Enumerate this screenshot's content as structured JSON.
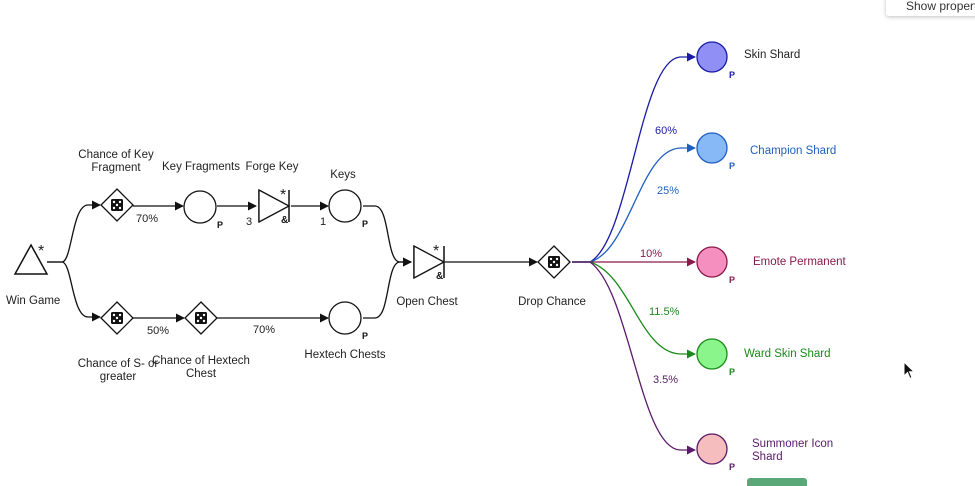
{
  "toolbar": {
    "show_properties_label": "Show properties"
  },
  "nodes": {
    "win_game": "Win Game",
    "chance_key_fragment": "Chance of Key Fragment",
    "key_fragments": "Key Fragments",
    "forge_key": "Forge Key",
    "keys": "Keys",
    "chance_s_or_greater": "Chance of S- or greater",
    "chance_hextech_chest": "Chance of Hextech Chest",
    "hextech_chests": "Hextech Chests",
    "open_chest": "Open Chest",
    "drop_chance": "Drop Chance",
    "skin_shard": "Skin Shard",
    "champion_shard": "Champion Shard",
    "emote_permanent": "Emote Permanent",
    "ward_skin_shard": "Ward Skin Shard",
    "summoner_icon_shard": "Summoner Icon Shard"
  },
  "edges": {
    "key_frag_pct": "70%",
    "forge_in": "3",
    "keys_in": "1",
    "s_grade_pct": "50%",
    "hextech_pct": "70%",
    "skin_pct": "60%",
    "champion_pct": "25%",
    "emote_pct": "10%",
    "ward_pct": "11.5%",
    "summoner_pct": "3.5%"
  },
  "markers": {
    "pool_marker": "P",
    "and_marker": "&",
    "trigger_marker": "*"
  },
  "colors": {
    "skin": "#1a1aa6",
    "skin_fill": "#8f8ff5",
    "champion": "#1f5fbf",
    "champion_fill": "#86b9f5",
    "emote": "#8a1a4a",
    "emote_fill": "#f58fbf",
    "ward": "#1a8a1a",
    "ward_fill": "#8af58a",
    "summoner": "#5a1a6a",
    "summoner_fill": "#f5bdbd"
  }
}
